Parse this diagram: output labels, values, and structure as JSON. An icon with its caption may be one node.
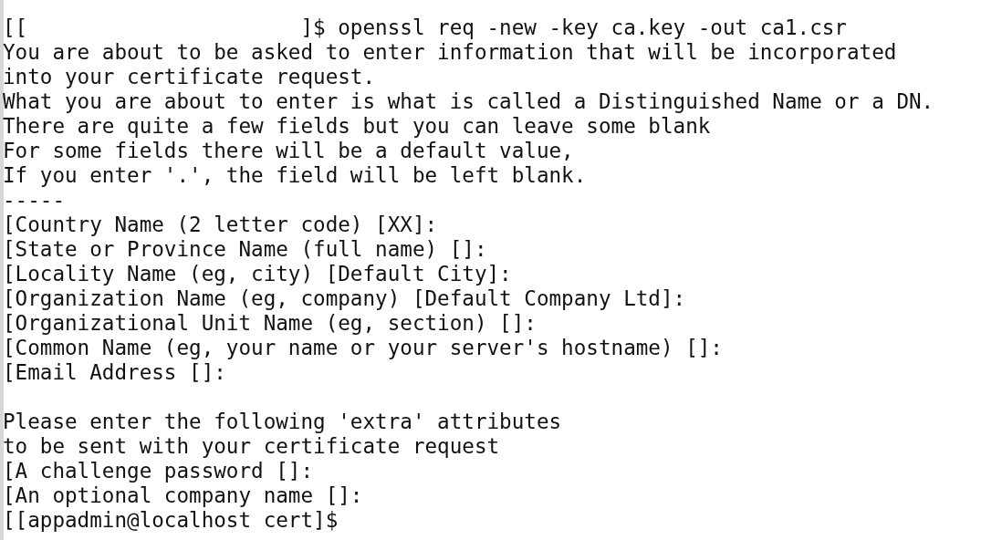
{
  "diagram": {
    "labels": [
      "[[                      ]$ openssl req -new -key ca.key -out ca1.csr",
      "You are about to be asked to enter information that will be incorporated",
      "into your certificate request.",
      "What you are about to enter is what is called a Distinguished Name or a DN.",
      "There are quite a few fields but you can leave some blank",
      "For some fields there will be a default value,",
      "If you enter '.', the field will be left blank.",
      "-----",
      "[Country Name (2 letter code) [XX]:",
      "[State or Province Name (full name) []:",
      "[Locality Name (eg, city) [Default City]:",
      "[Organization Name (eg, company) [Default Company Ltd]:",
      "[Organizational Unit Name (eg, section) []:",
      "[Common Name (eg, your name or your server's hostname) []:",
      "[Email Address []:",
      "Please enter the following 'extra' attributes",
      "to be sent with your certificate request",
      "[A challenge password []:",
      "[An optional company name []:",
      "[[appadmin@localhost cert]$"
    ]
  }
}
